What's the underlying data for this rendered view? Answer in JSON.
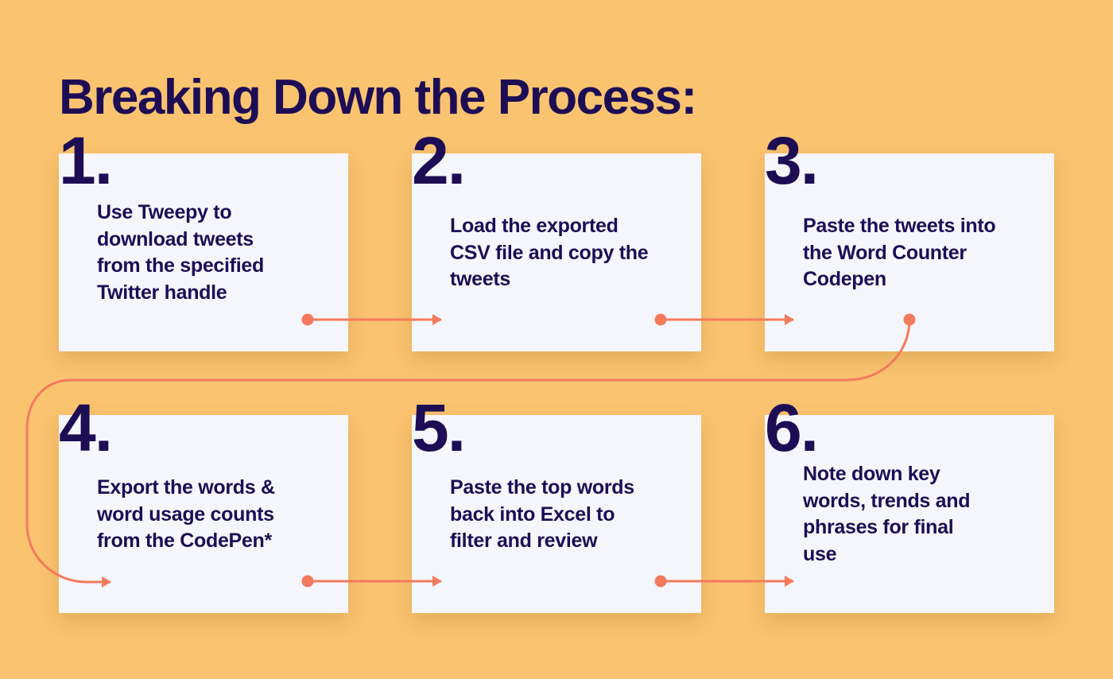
{
  "title": "Breaking Down the Process:",
  "steps": [
    {
      "number": "1.",
      "text": "Use Tweepy to download tweets from the specified Twitter handle"
    },
    {
      "number": "2.",
      "text": "Load the exported CSV file and copy the tweets"
    },
    {
      "number": "3.",
      "text": "Paste the tweets into the Word Counter Codepen"
    },
    {
      "number": "4.",
      "text": "Export the words & word usage counts from the CodePen*"
    },
    {
      "number": "5.",
      "text": "Paste the top words back into Excel to filter and review"
    },
    {
      "number": "6.",
      "text": "Note down key words, trends and phrases for final use"
    }
  ],
  "colors": {
    "background": "#fac370",
    "card": "#f5f6fb",
    "text": "#1d0d55",
    "connector": "#f47a5c"
  }
}
